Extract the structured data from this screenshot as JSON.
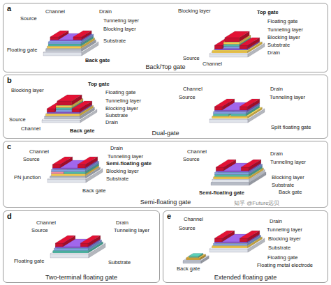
{
  "diagram": {
    "nodes": [
      {
        "text": [
          "a",
          "Back/Top gate"
        ]
      },
      {
        "text": [
          "b",
          "Dual-gate"
        ]
      },
      {
        "text": [
          "c",
          "Semi-floating gate"
        ]
      },
      {
        "text": [
          "d",
          "Two-terminal floating gate"
        ]
      },
      {
        "text": [
          "e",
          "Extended floating gate"
        ]
      }
    ],
    "labels": [
      "Channel",
      "Drain",
      "Source",
      "Tunneling layer",
      "Blocking layer",
      "Substrate",
      "Floating gate",
      "Back gate",
      "Blocking layer",
      "Top gate",
      "Floating gate",
      "Tunneling layer",
      "Blocking layer",
      "Substrate",
      "Drain",
      "Source",
      "Channel",
      "Top gate",
      "Blocking layer",
      "Floating gate",
      "Tunneling layer",
      "Blocking layer",
      "Substrate",
      "Drain",
      "Source",
      "Channel",
      "Back gate",
      "Channel",
      "Source",
      "Drain",
      "Tunneling layer",
      "Spilt floating gate",
      "Channel",
      "Source",
      "Drain",
      "Tunneling layer",
      "Semi-floating gate",
      "Blocking layer",
      "Substrate",
      "PN junction",
      "Back gate",
      "Channel",
      "Source",
      "Drain",
      "Tunneling layer",
      "Blocking layer",
      "Substrate",
      "Back gate",
      "Semi-floating gate",
      "Channel",
      "Source",
      "Drain",
      "Tunneling layer",
      "Floating gate",
      "Substrate",
      "Channel",
      "Source",
      "Drain",
      "Tunneling layer",
      "Blocking layer",
      "Substrate",
      "Floating gate",
      "Floating metal electrode",
      "Back gate",
      "知乎 @Future远贝"
    ]
  }
}
